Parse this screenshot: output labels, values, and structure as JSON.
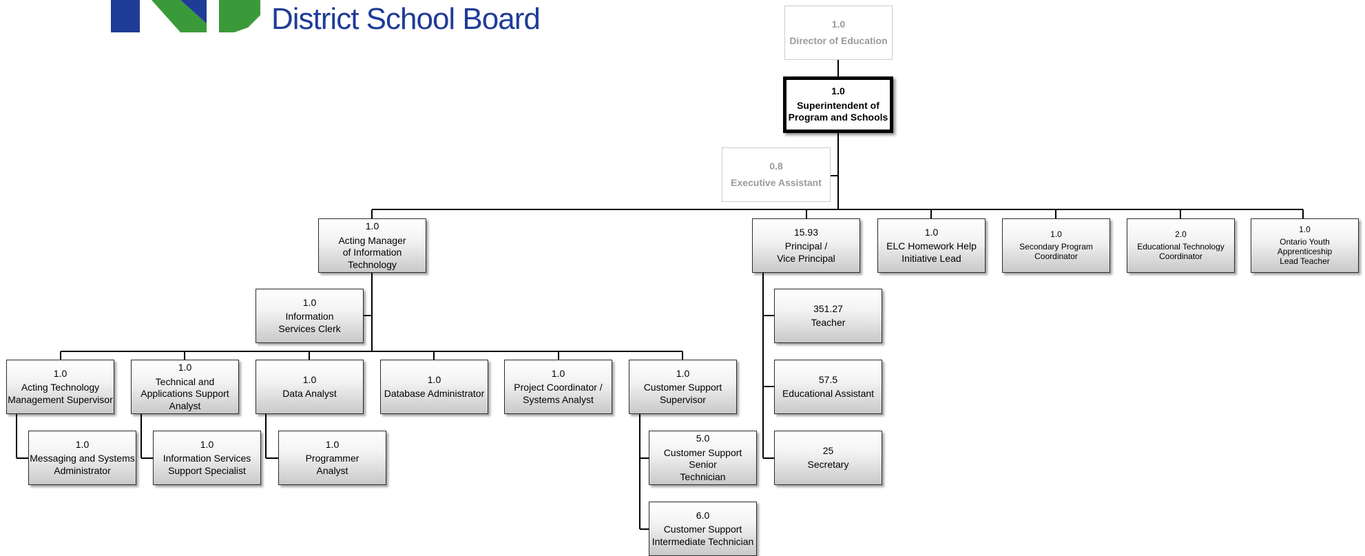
{
  "logo": {
    "text": "District School Board"
  },
  "nodes": {
    "director": {
      "fte": "1.0",
      "title": "Director of Education"
    },
    "superintendent": {
      "fte": "1.0",
      "title": "Superintendent of\nProgram and Schools"
    },
    "exec_assistant": {
      "fte": "0.8",
      "title": "Executive Assistant"
    },
    "it_manager": {
      "fte": "1.0",
      "title": "Acting Manager\nof Information Technology"
    },
    "principal": {
      "fte": "15.93",
      "title": "Principal /\nVice Principal"
    },
    "elc": {
      "fte": "1.0",
      "title": "ELC Homework Help\nInitiative Lead"
    },
    "secondary": {
      "fte": "1.0",
      "title": "Secondary Program\nCoordinator"
    },
    "ed_tech": {
      "fte": "2.0",
      "title": "Educational Technology\nCoordinator"
    },
    "oyap": {
      "fte": "1.0",
      "title": "Ontario Youth\nApprenticeship\nLead Teacher"
    },
    "is_clerk": {
      "fte": "1.0",
      "title": "Information\nServices Clerk"
    },
    "tech_mgmt": {
      "fte": "1.0",
      "title": "Acting Technology\nManagement Supervisor"
    },
    "tech_apps": {
      "fte": "1.0",
      "title": "Technical and\nApplications Support\nAnalyst"
    },
    "data_analyst": {
      "fte": "1.0",
      "title": "Data Analyst"
    },
    "db_admin": {
      "fte": "1.0",
      "title": "Database Administrator"
    },
    "project_coord": {
      "fte": "1.0",
      "title": "Project Coordinator /\nSystems Analyst"
    },
    "cs_supervisor": {
      "fte": "1.0",
      "title": "Customer Support\nSupervisor"
    },
    "messaging": {
      "fte": "1.0",
      "title": "Messaging and Systems\nAdministrator"
    },
    "is_support": {
      "fte": "1.0",
      "title": "Information Services\nSupport Specialist"
    },
    "programmer": {
      "fte": "1.0",
      "title": "Programmer\nAnalyst"
    },
    "cs_senior": {
      "fte": "5.0",
      "title": "Customer Support Senior\nTechnician"
    },
    "cs_intermediate": {
      "fte": "6.0",
      "title": "Customer Support\nIntermediate Technician"
    },
    "teacher": {
      "fte": "351.27",
      "title": "Teacher"
    },
    "ed_assistant": {
      "fte": "57.5",
      "title": "Educational Assistant"
    },
    "secretary": {
      "fte": "25",
      "title": "Secretary"
    }
  },
  "colors": {
    "logo_blue": "#1f3c96",
    "logo_green": "#3a9a3a",
    "dotted_box_text": "#9a9a9a",
    "connector": "#000000"
  }
}
